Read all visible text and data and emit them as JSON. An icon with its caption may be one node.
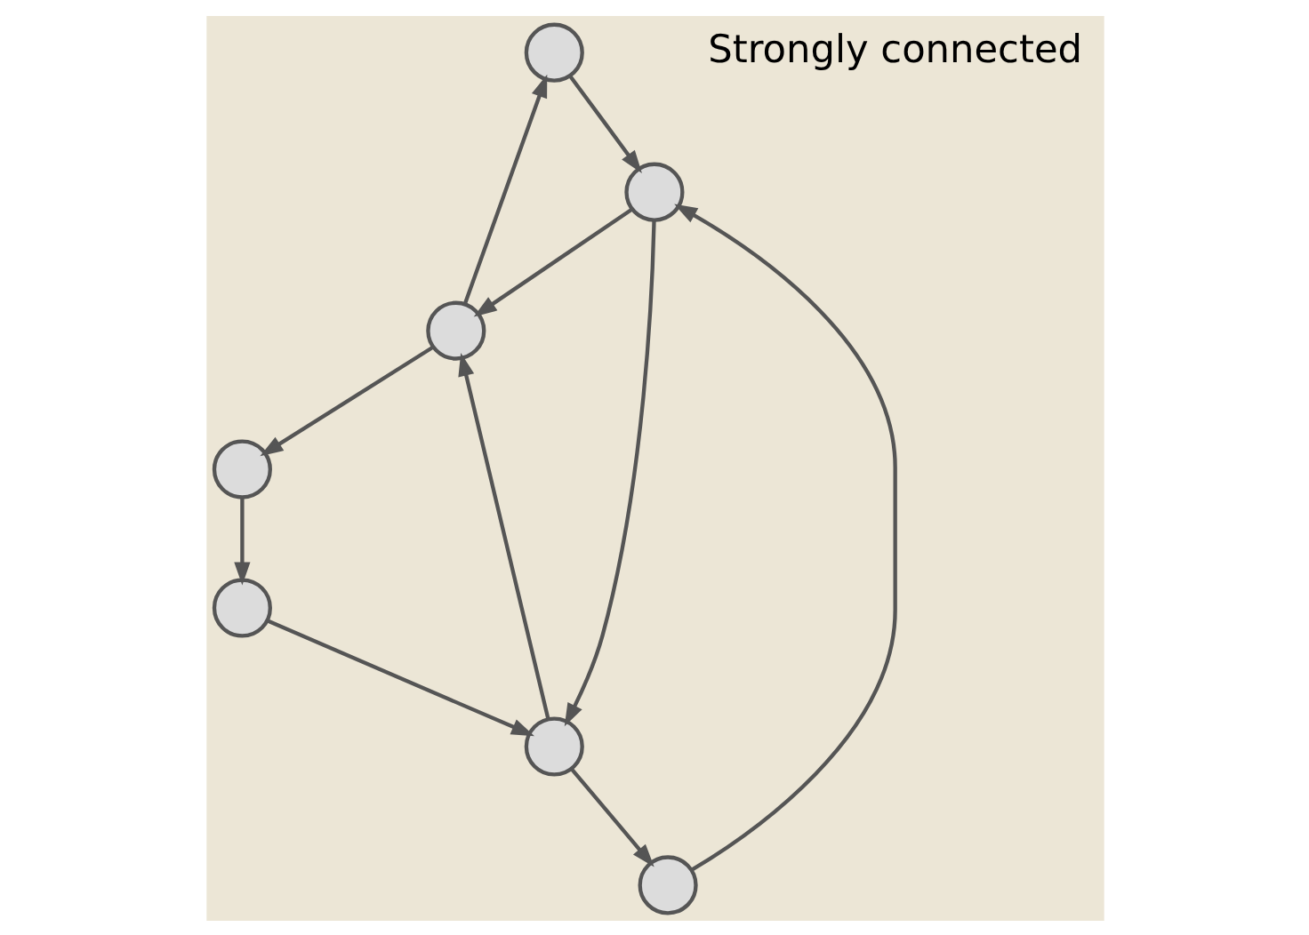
{
  "diagram": {
    "nodes": [
      {
        "text": [],
        "shape": "circle"
      },
      {
        "text": [],
        "shape": "circle"
      },
      {
        "text": [],
        "shape": "circle"
      },
      {
        "text": [],
        "shape": "circle"
      },
      {
        "text": [],
        "shape": "circle"
      },
      {
        "text": [],
        "shape": "circle"
      },
      {
        "text": [],
        "shape": "circle"
      }
    ],
    "edges": [
      {
        "from": 1,
        "to": 0,
        "arrow": "to"
      },
      {
        "from": 0,
        "to": 2,
        "arrow": "to"
      },
      {
        "from": 2,
        "to": 1,
        "arrow": "to"
      },
      {
        "from": 1,
        "to": 3,
        "arrow": "to"
      },
      {
        "from": 3,
        "to": 6,
        "arrow": "to"
      },
      {
        "from": 6,
        "to": 5,
        "arrow": "to"
      },
      {
        "from": 5,
        "to": 1,
        "arrow": "to"
      },
      {
        "from": 2,
        "to": 5,
        "arrow": "to"
      },
      {
        "from": 5,
        "to": 4,
        "arrow": "to"
      },
      {
        "from": 4,
        "to": 2,
        "arrow": "to"
      }
    ],
    "labels": [
      "Strongly connected"
    ]
  }
}
